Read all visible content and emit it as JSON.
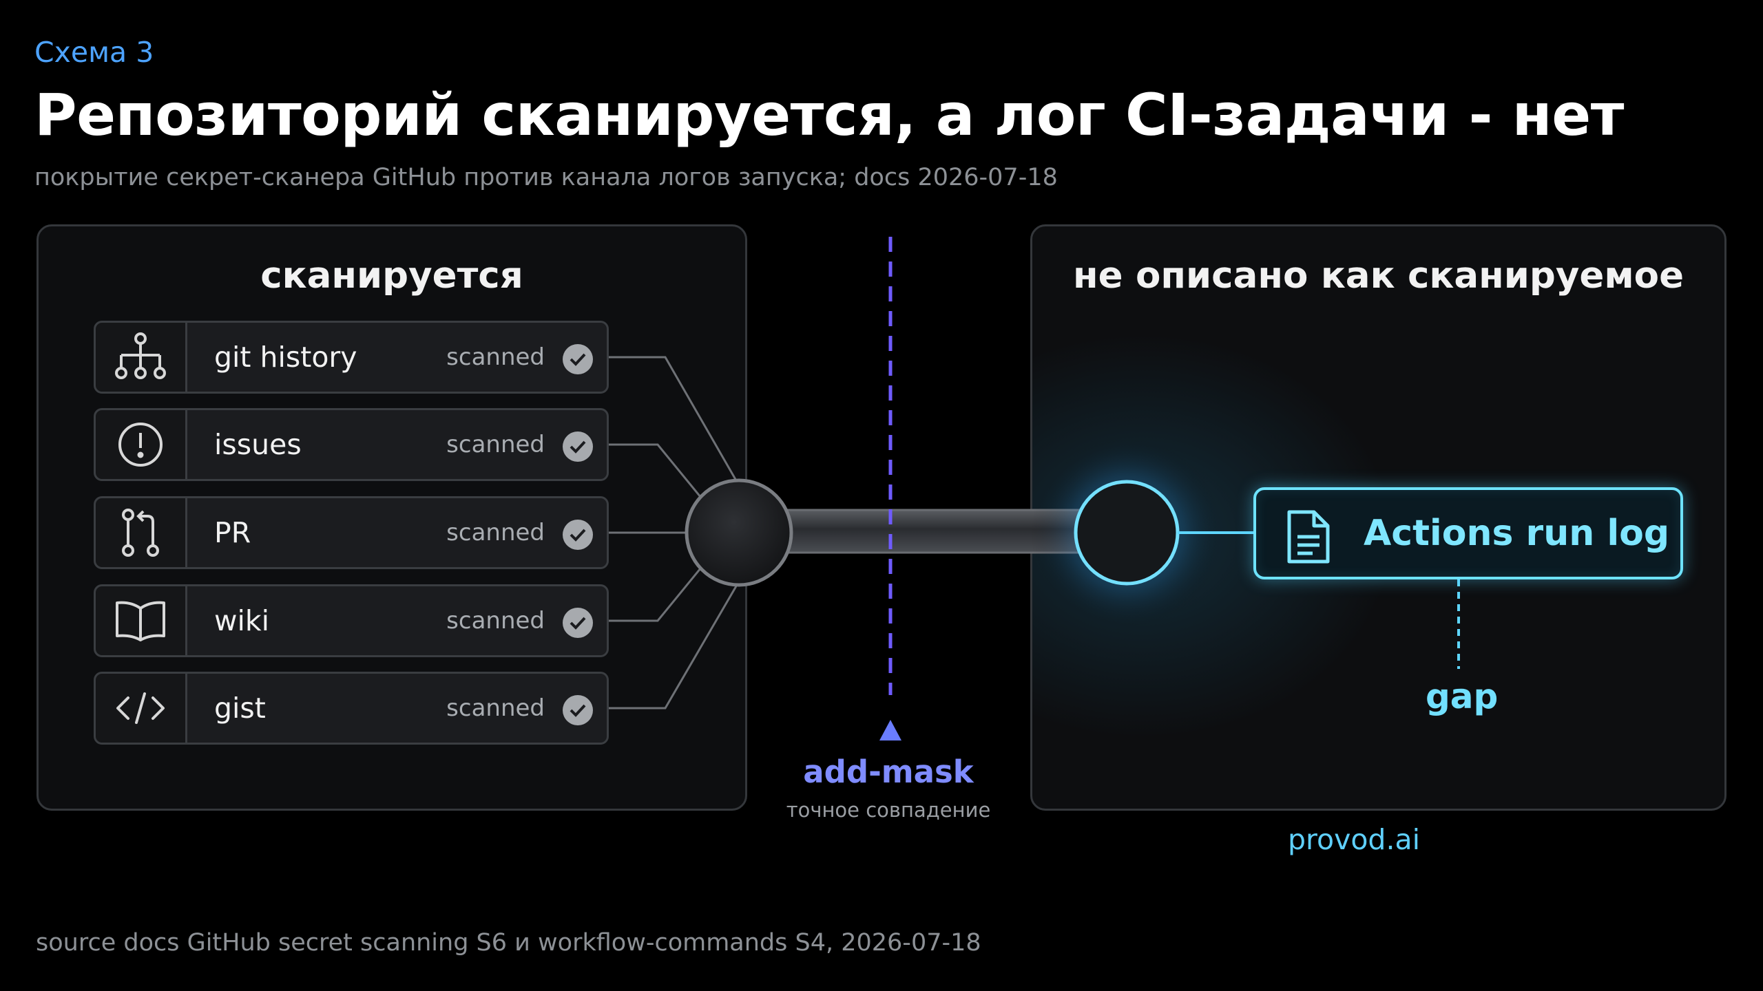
{
  "header": {
    "eyebrow": "Схема 3",
    "title": "Репозиторий сканируется, а лог CI-задачи - нет",
    "subtitle": "покрытие секрет-сканера GitHub против канала логов запуска; docs 2026-07-18"
  },
  "left_panel": {
    "title": "сканируется",
    "rows": [
      {
        "label": "git history",
        "status": "scanned",
        "icon": "org-tree-icon"
      },
      {
        "label": "issues",
        "status": "scanned",
        "icon": "alert-circle-icon"
      },
      {
        "label": "PR",
        "status": "scanned",
        "icon": "pull-request-icon"
      },
      {
        "label": "wiki",
        "status": "scanned",
        "icon": "open-book-icon"
      },
      {
        "label": "gist",
        "status": "scanned",
        "icon": "code-brackets-icon"
      }
    ]
  },
  "right_panel": {
    "title": "не описано как сканируемое",
    "target": {
      "label": "Actions run log",
      "icon": "document-icon"
    },
    "gap_label": "gap"
  },
  "divider": {
    "label": "add-mask",
    "sublabel": "точное совпадение"
  },
  "brand": "provod.ai",
  "footer": {
    "source": "source  docs GitHub secret scanning S6 и workflow-commands S4, 2026-07-18"
  },
  "colors": {
    "accent_blue": "#4da3ff",
    "cyan": "#6ee3ff",
    "mask_violet": "#7f8cff",
    "background": "#000000"
  }
}
